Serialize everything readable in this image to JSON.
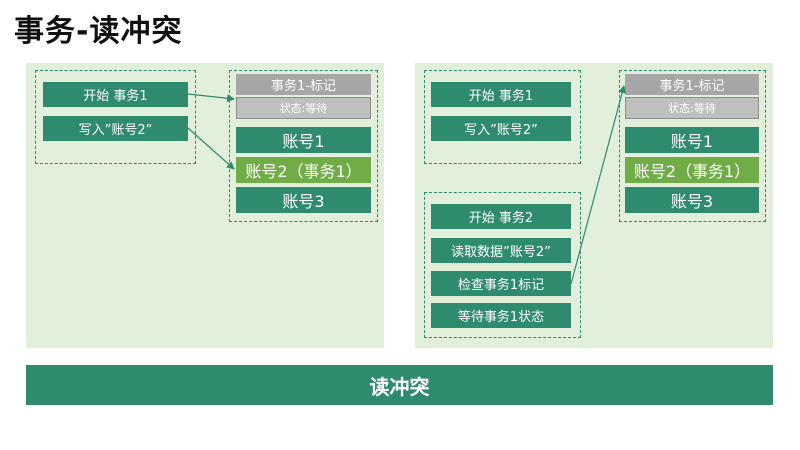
{
  "slide_title": "事务-读冲突",
  "left": {
    "transaction1_steps": [
      "开始 事务1",
      "写入”账号2”"
    ],
    "table": {
      "header": "事务1-标记",
      "status": "状态:等待",
      "rows": [
        "账号1",
        "账号2（事务1）",
        "账号3"
      ]
    }
  },
  "right": {
    "transaction1_steps": [
      "开始 事务1",
      "写入”账号2”"
    ],
    "transaction2_steps": [
      "开始 事务2",
      "读取数据”账号2”",
      "检查事务1标记",
      "等待事务1状态"
    ],
    "table": {
      "header": "事务1-标记",
      "status": "状态:等待",
      "rows": [
        "账号1",
        "账号2（事务1）",
        "账号3"
      ]
    }
  },
  "footer_label": "读冲突",
  "colors": {
    "panel_bg": "#e2efda",
    "box_green": "#2e8b6e",
    "box_light_green": "#70ad47",
    "box_gray": "#a6a6a6"
  }
}
